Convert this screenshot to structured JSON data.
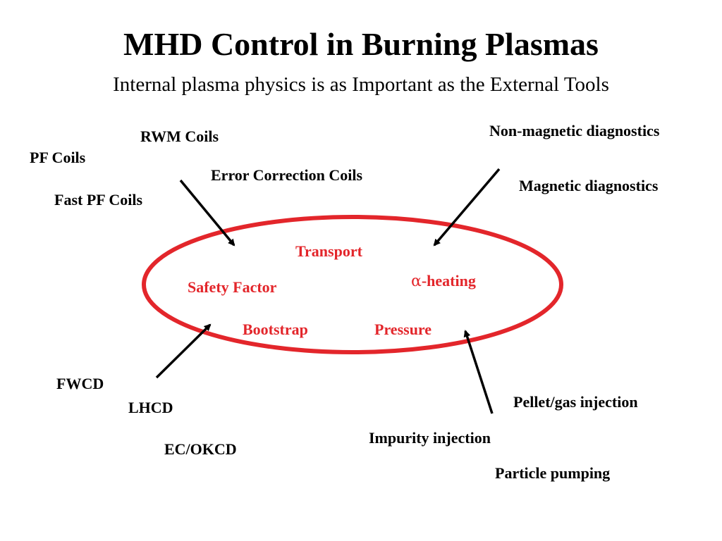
{
  "title": "MHD Control in Burning Plasmas",
  "subtitle": "Internal plasma physics is as Important as the External Tools",
  "external_tools": {
    "rwm_coils": "RWM Coils",
    "pf_coils": "PF Coils",
    "error_correction_coils": "Error Correction Coils",
    "fast_pf_coils": "Fast PF Coils",
    "non_magnetic_diagnostics": "Non-magnetic diagnostics",
    "magnetic_diagnostics": "Magnetic diagnostics",
    "fwcd": "FWCD",
    "lhcd": "LHCD",
    "ec_okcd": "EC/OKCD",
    "pellet_gas_injection": "Pellet/gas injection",
    "impurity_injection": "Impurity injection",
    "particle_pumping": "Particle pumping"
  },
  "plasma_physics": {
    "transport": "Transport",
    "safety_factor": "Safety Factor",
    "alpha_heating": "-heating",
    "alpha_symbol": "α",
    "bootstrap": "Bootstrap",
    "pressure": "Pressure"
  },
  "colors": {
    "ellipse": "#e3262b",
    "inner_text": "#e3262b",
    "arrows": "#000000"
  }
}
